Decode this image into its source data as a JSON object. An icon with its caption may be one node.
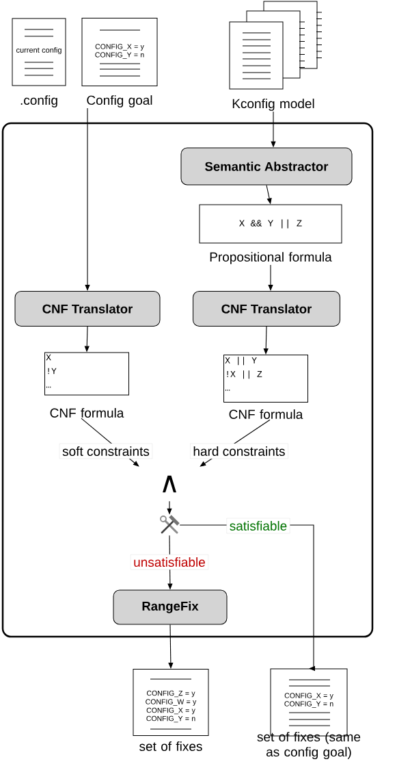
{
  "diagram": {
    "nodes": [
      {
        "text": [],
        "shape": "box"
      },
      {
        "text": [
          "current config"
        ],
        "beside": [
          ".config"
        ]
      },
      {
        "text": [
          "CONFIG_X = y",
          "CONFIG_Y = n"
        ],
        "beside": [
          "Config goal"
        ]
      },
      {
        "text": [],
        "shape": "document",
        "beside": [
          "Kconfig model"
        ]
      },
      {
        "text": [
          "Semantic Abstractor"
        ],
        "in": 0
      },
      {
        "text": [
          "X && Y || Z"
        ],
        "beside": [
          "Propositional formula"
        ],
        "in": 0
      },
      {
        "text": [
          "CNF Translator"
        ],
        "in": 0
      },
      {
        "text": [
          "CNF Translator"
        ],
        "in": 0
      },
      {
        "text": [
          "X",
          "!Y",
          "…"
        ],
        "beside": [
          "CNF formula"
        ],
        "in": 0
      },
      {
        "text": [
          "X || Y",
          "!X || Z",
          "…"
        ],
        "beside": [
          "CNF formula"
        ],
        "in": 0
      },
      {
        "text": [
          "∧"
        ],
        "in": 0
      },
      {
        "text": [],
        "shape": "picture",
        "in": 0
      },
      {
        "text": [
          "RangeFix"
        ],
        "in": 0
      },
      {
        "text": [
          "CONFIG_Z = y",
          "CONFIG_W = y",
          "CONFIG_X = y",
          "CONFIG_Y = n"
        ],
        "beside": [
          "set of fixes"
        ]
      },
      {
        "text": [
          "CONFIG_X = y",
          "CONFIG_Y = n"
        ],
        "beside": [
          "set of fixes (same as config goal)"
        ]
      }
    ],
    "edges": [
      {
        "from": 2,
        "to": 6,
        "arrow": "to"
      },
      {
        "from": 3,
        "to": 4,
        "arrow": "to"
      },
      {
        "from": 4,
        "to": 5,
        "arrow": "to"
      },
      {
        "from": 5,
        "to": 7,
        "arrow": "to"
      },
      {
        "from": 6,
        "to": 8,
        "arrow": "to"
      },
      {
        "from": 7,
        "to": 9,
        "arrow": "to"
      },
      {
        "from": 8,
        "to": 10,
        "arrow": "to",
        "label": "soft constraints"
      },
      {
        "from": 9,
        "to": 10,
        "arrow": "to",
        "label": "hard constraints"
      },
      {
        "from": 10,
        "to": 11,
        "arrow": "to"
      },
      {
        "from": 11,
        "to": 12,
        "arrow": "to",
        "label": "unsatisfiable"
      },
      {
        "from": 11,
        "to": 14,
        "arrow": "to",
        "label": "satisfiable"
      },
      {
        "from": 12,
        "to": 13,
        "arrow": "to"
      }
    ]
  }
}
